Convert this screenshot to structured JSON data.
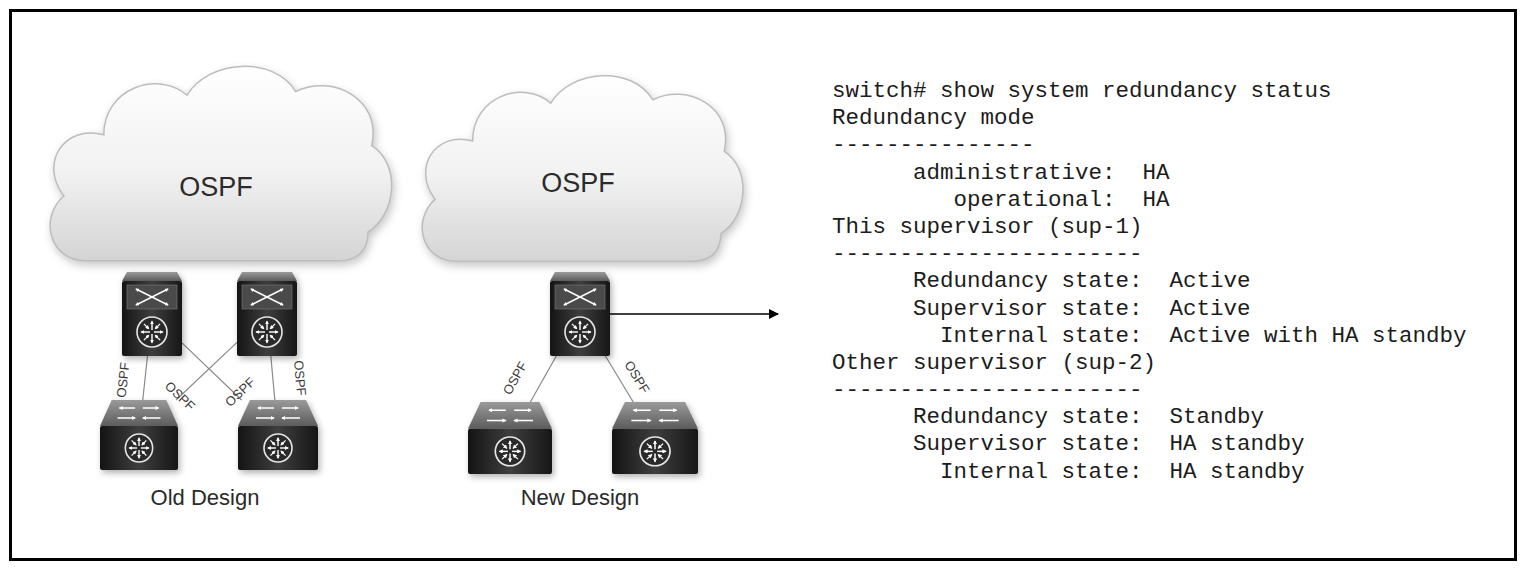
{
  "diagram": {
    "nodes": [
      {
        "text": [
          "OSPF"
        ]
      },
      {
        "text": [
          "OSPF"
        ]
      },
      {
        "text": []
      },
      {
        "text": []
      },
      {
        "text": []
      },
      {
        "text": []
      },
      {
        "text": []
      },
      {
        "text": []
      },
      {
        "text": []
      },
      {
        "text": [
          "switch# show system redundancy status",
          "Redundancy mode",
          "---------------",
          "administrative:  HA",
          "operational:  HA",
          "This supervisor (sup-1)",
          "-----------------------",
          "Redundancy state:  Active",
          "Supervisor state:  Active",
          "Internal state:  Active with HA standby",
          "Other supervisor (sup-2)",
          "-----------------------",
          "Redundancy state:  Standby",
          "Supervisor state:  HA standby",
          "Internal state:  HA standby"
        ]
      }
    ],
    "edges": [
      {
        "from": 2,
        "to": 4,
        "arrow": "none",
        "label": "OSPF"
      },
      {
        "from": 2,
        "to": 5,
        "arrow": "none",
        "label": "OSPF"
      },
      {
        "from": 3,
        "to": 4,
        "arrow": "none",
        "label": "OSPF"
      },
      {
        "from": 3,
        "to": 5,
        "arrow": "none",
        "label": "OSPF"
      },
      {
        "from": 6,
        "to": 7,
        "arrow": "none",
        "label": "OSPF"
      },
      {
        "from": 6,
        "to": 8,
        "arrow": "none",
        "label": "OSPF"
      },
      {
        "from": 6,
        "to": 9,
        "arrow": "to"
      }
    ],
    "labels": [
      "Old Design",
      "New Design"
    ]
  }
}
